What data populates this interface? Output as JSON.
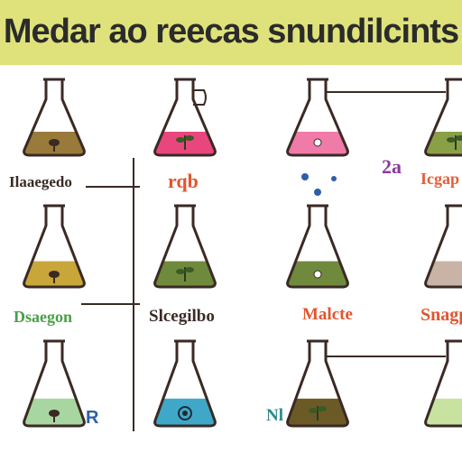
{
  "title": "Medar ao reecas snundilcints",
  "colors": {
    "banner": "#dfe27a",
    "outline": "#3a2a24",
    "brown_fill": "#9a7a3a",
    "pink_fill": "#e9467e",
    "olive_fill": "#6f8a3c",
    "mustard_fill": "#c8a63a",
    "grey_fill": "#c9b3a6",
    "mint_fill": "#a8d6a0",
    "blue_fill": "#3fa8c9",
    "dark_olive_fill": "#6b5a26",
    "pale_green_fill": "#c8e3a0"
  },
  "row1": {
    "flasks": [
      {
        "fill": "#9a7a3a",
        "icon": "seed-icon"
      },
      {
        "fill": "#e9467e",
        "icon": "sprout-icon"
      },
      {
        "fill": "#f07aa8",
        "icon": "bubble-icon"
      },
      {
        "fill": "#8aa046",
        "icon": "leaf-icon"
      }
    ]
  },
  "labels_row1": {
    "l1": "Ilaaegedo",
    "l2": "rqb",
    "l3": "2a",
    "l4": "Icgap"
  },
  "row2": {
    "flasks": [
      {
        "fill": "#c8a63a",
        "icon": "blob-icon"
      },
      {
        "fill": "#6f8a3c",
        "icon": "plant-icon"
      },
      {
        "fill": "#6f8a3c",
        "icon": "dot-icon"
      },
      {
        "fill": "#c9b3a6",
        "icon": "empty-icon"
      }
    ]
  },
  "labels_row2": {
    "l1": "Dsaegon",
    "l2": "Slcegilbo",
    "l3": "Malcte",
    "l4": "Snagp"
  },
  "row3": {
    "flasks": [
      {
        "fill": "#a8d6a0",
        "icon": "seed-icon"
      },
      {
        "fill": "#3fa8c9",
        "icon": "cell-icon"
      },
      {
        "fill": "#6b5a26",
        "icon": "plant-icon"
      },
      {
        "fill": "#c8e3a0",
        "icon": "empty-icon"
      }
    ]
  },
  "labels_row3": {
    "r": "R",
    "nl": "Nl"
  }
}
